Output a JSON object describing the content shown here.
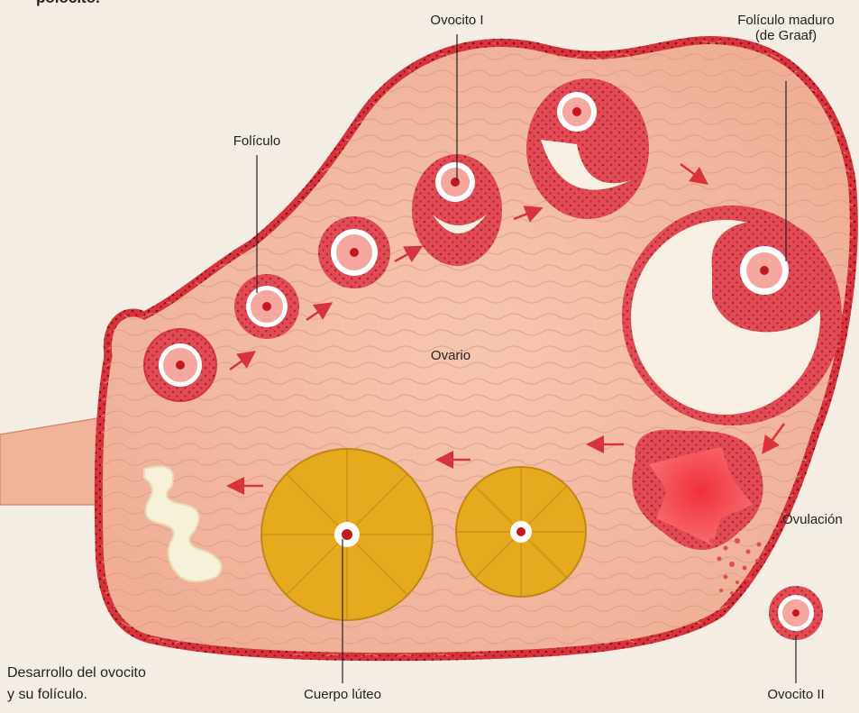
{
  "figure": {
    "top_fragment": "polocito.",
    "labels": {
      "foliculo": "Folículo",
      "ovocito_i": "Ovocito I",
      "foliculo_maduro_line1": "Folículo maduro",
      "foliculo_maduro_line2": "(de Graaf)",
      "ovario": "Ovario",
      "ovulacion": "Ovulación",
      "cuerpo_luteo": "Cuerpo lúteo",
      "ovocito_ii": "Ovocito II"
    },
    "caption": {
      "line1": "Desarrollo del ovocito",
      "line2": "y su folículo."
    },
    "colors": {
      "ovary_fill": "#f2b9a1",
      "ovary_border": "#d8333d",
      "follicle_red": "#d9404a",
      "antrum": "#f6efe2",
      "corpus_yellow": "#e6aa1f",
      "arrow_red": "#d8333d",
      "background": "#f3ede4"
    }
  }
}
